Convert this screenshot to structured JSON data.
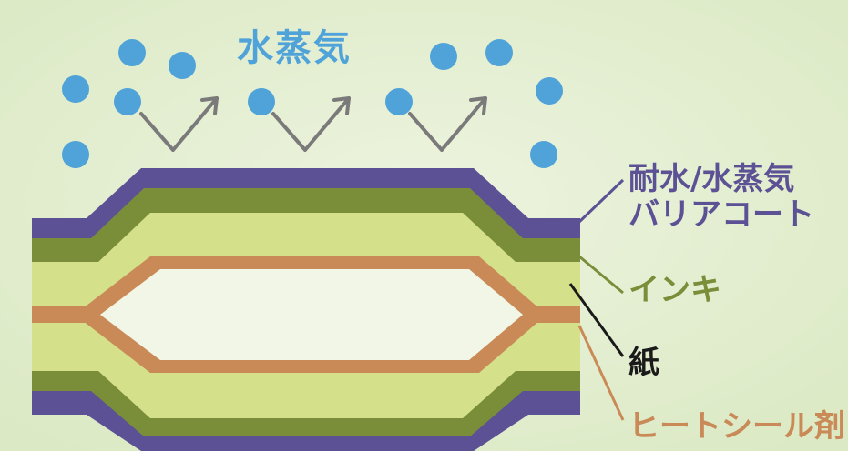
{
  "title": "水蒸気",
  "labels": {
    "coat_line1": "耐水/水蒸気",
    "coat_line2": "バリアコート",
    "ink": "インキ",
    "paper": "紙",
    "heat_seal": "ヒートシール剤"
  },
  "colors": {
    "background": "#e6f0d4",
    "vapor": "#4fa3d9",
    "coat": "#5b5194",
    "ink": "#7a8e3a",
    "paper": "#d4e18a",
    "heat_seal": "#c98a57",
    "inner": "#f1f6e6",
    "arrow": "#7a7a7a"
  }
}
